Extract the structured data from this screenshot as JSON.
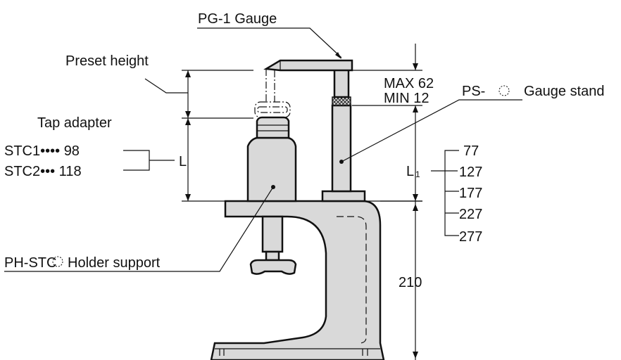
{
  "labels": {
    "gauge": "PG-1  Gauge",
    "preset_height": "Preset height",
    "tap_adapter": "Tap adapter",
    "stc1": "STC1•••• 98",
    "stc2": "STC2••• 118",
    "l": "L",
    "max": "MAX 62",
    "min": "MIN  12",
    "gauge_stand": "PS-",
    "gauge_stand_suffix": "Gauge stand",
    "l1": "L",
    "l1_sub": "1",
    "holder_support": "PH-STC",
    "holder_support_suffix": "Holder support",
    "height_210": "210"
  },
  "l1_values": [
    "77",
    "127",
    "177",
    "227",
    "277"
  ]
}
